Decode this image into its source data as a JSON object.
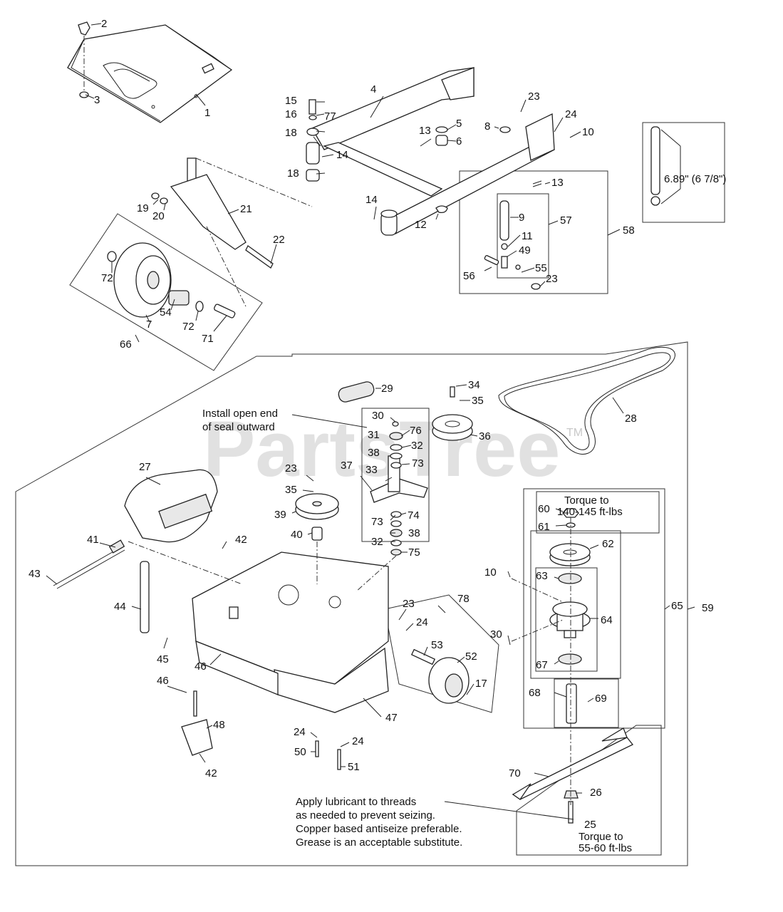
{
  "watermark": {
    "text": "PartsTree",
    "trademark": "TM"
  },
  "dimension": {
    "text": "6.89\" (6 7/8\")"
  },
  "notes": {
    "seal": [
      "Install open end",
      "of seal outward"
    ],
    "torque_60": [
      "Torque to",
      "140-145 ft-lbs"
    ],
    "torque_25": [
      "Torque to",
      "55-60 ft-lbs"
    ],
    "lubricant": [
      "Apply lubricant to threads",
      "as needed to prevent seizing.",
      "Copper based antiseize preferable.",
      "Grease is an acceptable substitute."
    ]
  },
  "callouts": [
    {
      "n": "1"
    },
    {
      "n": "2"
    },
    {
      "n": "3"
    },
    {
      "n": "4"
    },
    {
      "n": "5"
    },
    {
      "n": "6"
    },
    {
      "n": "7"
    },
    {
      "n": "8"
    },
    {
      "n": "9"
    },
    {
      "n": "10"
    },
    {
      "n": "10"
    },
    {
      "n": "11"
    },
    {
      "n": "12"
    },
    {
      "n": "13"
    },
    {
      "n": "13"
    },
    {
      "n": "14"
    },
    {
      "n": "14"
    },
    {
      "n": "15"
    },
    {
      "n": "16"
    },
    {
      "n": "17"
    },
    {
      "n": "18"
    },
    {
      "n": "18"
    },
    {
      "n": "19"
    },
    {
      "n": "20"
    },
    {
      "n": "21"
    },
    {
      "n": "22"
    },
    {
      "n": "23"
    },
    {
      "n": "23"
    },
    {
      "n": "23"
    },
    {
      "n": "23"
    },
    {
      "n": "24"
    },
    {
      "n": "24"
    },
    {
      "n": "24"
    },
    {
      "n": "24"
    },
    {
      "n": "25"
    },
    {
      "n": "26"
    },
    {
      "n": "27"
    },
    {
      "n": "28"
    },
    {
      "n": "29"
    },
    {
      "n": "30"
    },
    {
      "n": "30"
    },
    {
      "n": "31"
    },
    {
      "n": "32"
    },
    {
      "n": "32"
    },
    {
      "n": "33"
    },
    {
      "n": "34"
    },
    {
      "n": "35"
    },
    {
      "n": "35"
    },
    {
      "n": "36"
    },
    {
      "n": "37"
    },
    {
      "n": "38"
    },
    {
      "n": "38"
    },
    {
      "n": "39"
    },
    {
      "n": "40"
    },
    {
      "n": "41"
    },
    {
      "n": "42"
    },
    {
      "n": "42"
    },
    {
      "n": "43"
    },
    {
      "n": "44"
    },
    {
      "n": "45"
    },
    {
      "n": "46"
    },
    {
      "n": "46"
    },
    {
      "n": "47"
    },
    {
      "n": "48"
    },
    {
      "n": "49"
    },
    {
      "n": "50"
    },
    {
      "n": "51"
    },
    {
      "n": "52"
    },
    {
      "n": "53"
    },
    {
      "n": "54"
    },
    {
      "n": "55"
    },
    {
      "n": "56"
    },
    {
      "n": "57"
    },
    {
      "n": "58"
    },
    {
      "n": "59"
    },
    {
      "n": "60"
    },
    {
      "n": "61"
    },
    {
      "n": "62"
    },
    {
      "n": "63"
    },
    {
      "n": "64"
    },
    {
      "n": "65"
    },
    {
      "n": "66"
    },
    {
      "n": "67"
    },
    {
      "n": "68"
    },
    {
      "n": "69"
    },
    {
      "n": "70"
    },
    {
      "n": "71"
    },
    {
      "n": "72"
    },
    {
      "n": "72"
    },
    {
      "n": "73"
    },
    {
      "n": "73"
    },
    {
      "n": "74"
    },
    {
      "n": "75"
    },
    {
      "n": "76"
    },
    {
      "n": "77"
    },
    {
      "n": "78"
    }
  ]
}
